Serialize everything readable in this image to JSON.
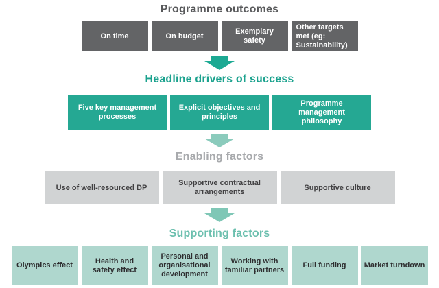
{
  "diagram": {
    "sections": [
      {
        "title": "Programme outcomes",
        "title_color": "#58595b",
        "box_color": "#636466",
        "box_text_color": "#ffffff",
        "boxes": [
          "On time",
          "On budget",
          "Exemplary safety",
          "Other targets met (eg: Sustainability)"
        ]
      },
      {
        "title": "Headline drivers of success",
        "title_color": "#1ba28e",
        "box_color": "#25a893",
        "box_text_color": "#ffffff",
        "boxes": [
          "Five key management processes",
          "Explicit objectives and principles",
          "Programme management philosophy"
        ]
      },
      {
        "title": "Enabling factors",
        "title_color": "#a8aaad",
        "box_color": "#d1d3d4",
        "box_text_color": "#414042",
        "boxes": [
          "Use of well-resourced DP",
          "Supportive contractual arrangements",
          "Supportive culture"
        ]
      },
      {
        "title": "Supporting factors",
        "title_color": "#6bbfae",
        "box_color": "#afd7ce",
        "box_text_color": "#2e2e30",
        "boxes": [
          "Olympics effect",
          "Health and safety effect",
          "Personal and organisational development",
          "Working with familiar partners",
          "Full funding",
          "Market turndown"
        ]
      }
    ],
    "arrows": [
      {
        "name": "down-arrow-1",
        "color": "#1ca993"
      },
      {
        "name": "down-arrow-2",
        "color": "#8bcbbc"
      },
      {
        "name": "down-arrow-3",
        "color": "#7fc7b6"
      }
    ]
  }
}
